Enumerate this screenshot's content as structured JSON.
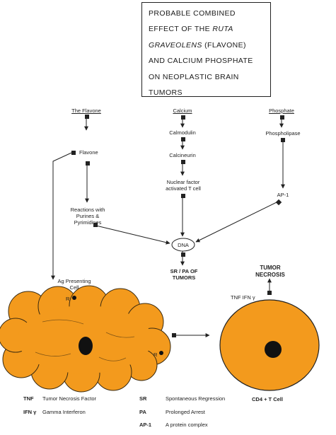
{
  "title": {
    "line1": "PROBABLE COMBINED",
    "line2": "EFFECT OF THE",
    "line2_italic": "RUTA",
    "line3_italic": "GRAVEOLENS",
    "line3": "(FLAVONE)",
    "line4": "AND CALCIUM PHOSPHATE",
    "line5": "ON NEOPLASTIC BRAIN",
    "line6": "TUMORS"
  },
  "headers": {
    "flavone": "The Flavone",
    "calcium": "Calcium",
    "phosphate": "Phosphate"
  },
  "nodes": {
    "flavone": "Flavone",
    "calmodulin": "Calmodulin",
    "calcineurin": "Calcineurin",
    "nfat_line1": "Nuclear factor",
    "nfat_line2": "activated T cell",
    "phospholipase": "Phospholipase",
    "ap1": "AP-1",
    "reactions_line1": "Reactions with",
    "reactions_line2": "Purines &",
    "reactions_line3": "Pyrimidines",
    "dna": "DNA",
    "srpa_line1": "SR / PA OF",
    "srpa_line2": "TUMORS",
    "ag_line1": "Ag Presenting",
    "ag_line2": "Cell",
    "r_top": "R",
    "r_bottom": "R",
    "tumor_line1": "TUMOR",
    "tumor_line2": "NECROSIS",
    "tnf_ifn": "TNF IFN γ",
    "cd4": "CD4 + T Cell"
  },
  "colors": {
    "cell_fill": "#F39A1D",
    "cell_stroke": "#222222",
    "nucleus": "#111111",
    "line": "#222222"
  },
  "legend": [
    {
      "key": "TNF",
      "value": "Tumor Necrosis Factor"
    },
    {
      "key": "IFN γ",
      "value": "Gamma Interferon"
    },
    {
      "key": "SR",
      "value": "Spontaneous Regression"
    },
    {
      "key": "PA",
      "value": "Prolonged Arrest"
    },
    {
      "key": "AP-1",
      "value": "A protein complex"
    }
  ]
}
